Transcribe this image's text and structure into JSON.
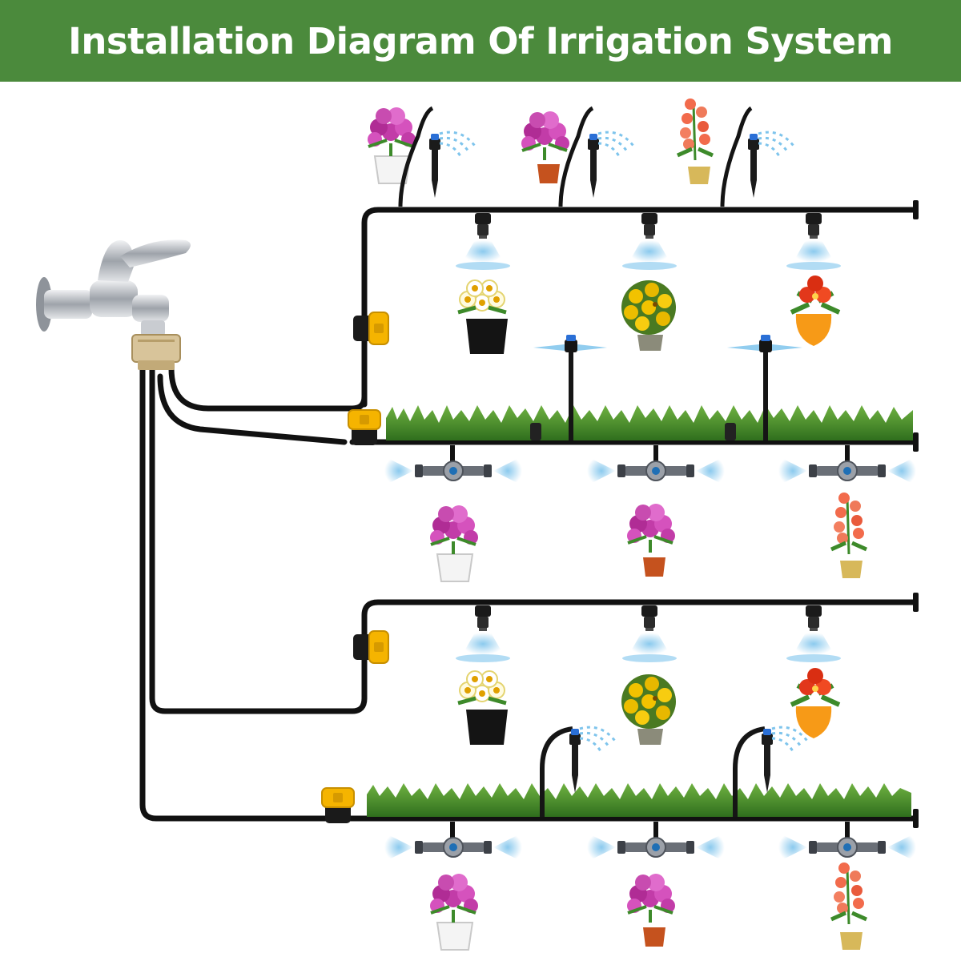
{
  "header": {
    "title": "Installation Diagram Of Irrigation System",
    "background_color": "#4b8a3c",
    "text_color": "#ffffff"
  },
  "colors": {
    "pipe": "#111111",
    "connector": "#f5b400",
    "spray": "#7ec4ec",
    "grass": "#3f8f2a",
    "faucet": "#b9bcc1",
    "adapter": "#d8c49a"
  },
  "components": [
    {
      "name": "faucet",
      "icon": "faucet-icon"
    },
    {
      "name": "three-way-splitter",
      "icon": "splitter-icon"
    },
    {
      "name": "on-off-valve",
      "icon": "valve-icon",
      "count": 4
    },
    {
      "name": "main-tubing",
      "icon": "tubing-icon"
    },
    {
      "name": "misting-nozzle",
      "icon": "mister-icon"
    },
    {
      "name": "adjustable-stake-sprinkler",
      "icon": "stake-sprinkler-icon"
    },
    {
      "name": "inline-cross-nozzle",
      "icon": "cross-nozzle-icon"
    },
    {
      "name": "end-plug",
      "icon": "end-plug-icon"
    }
  ]
}
